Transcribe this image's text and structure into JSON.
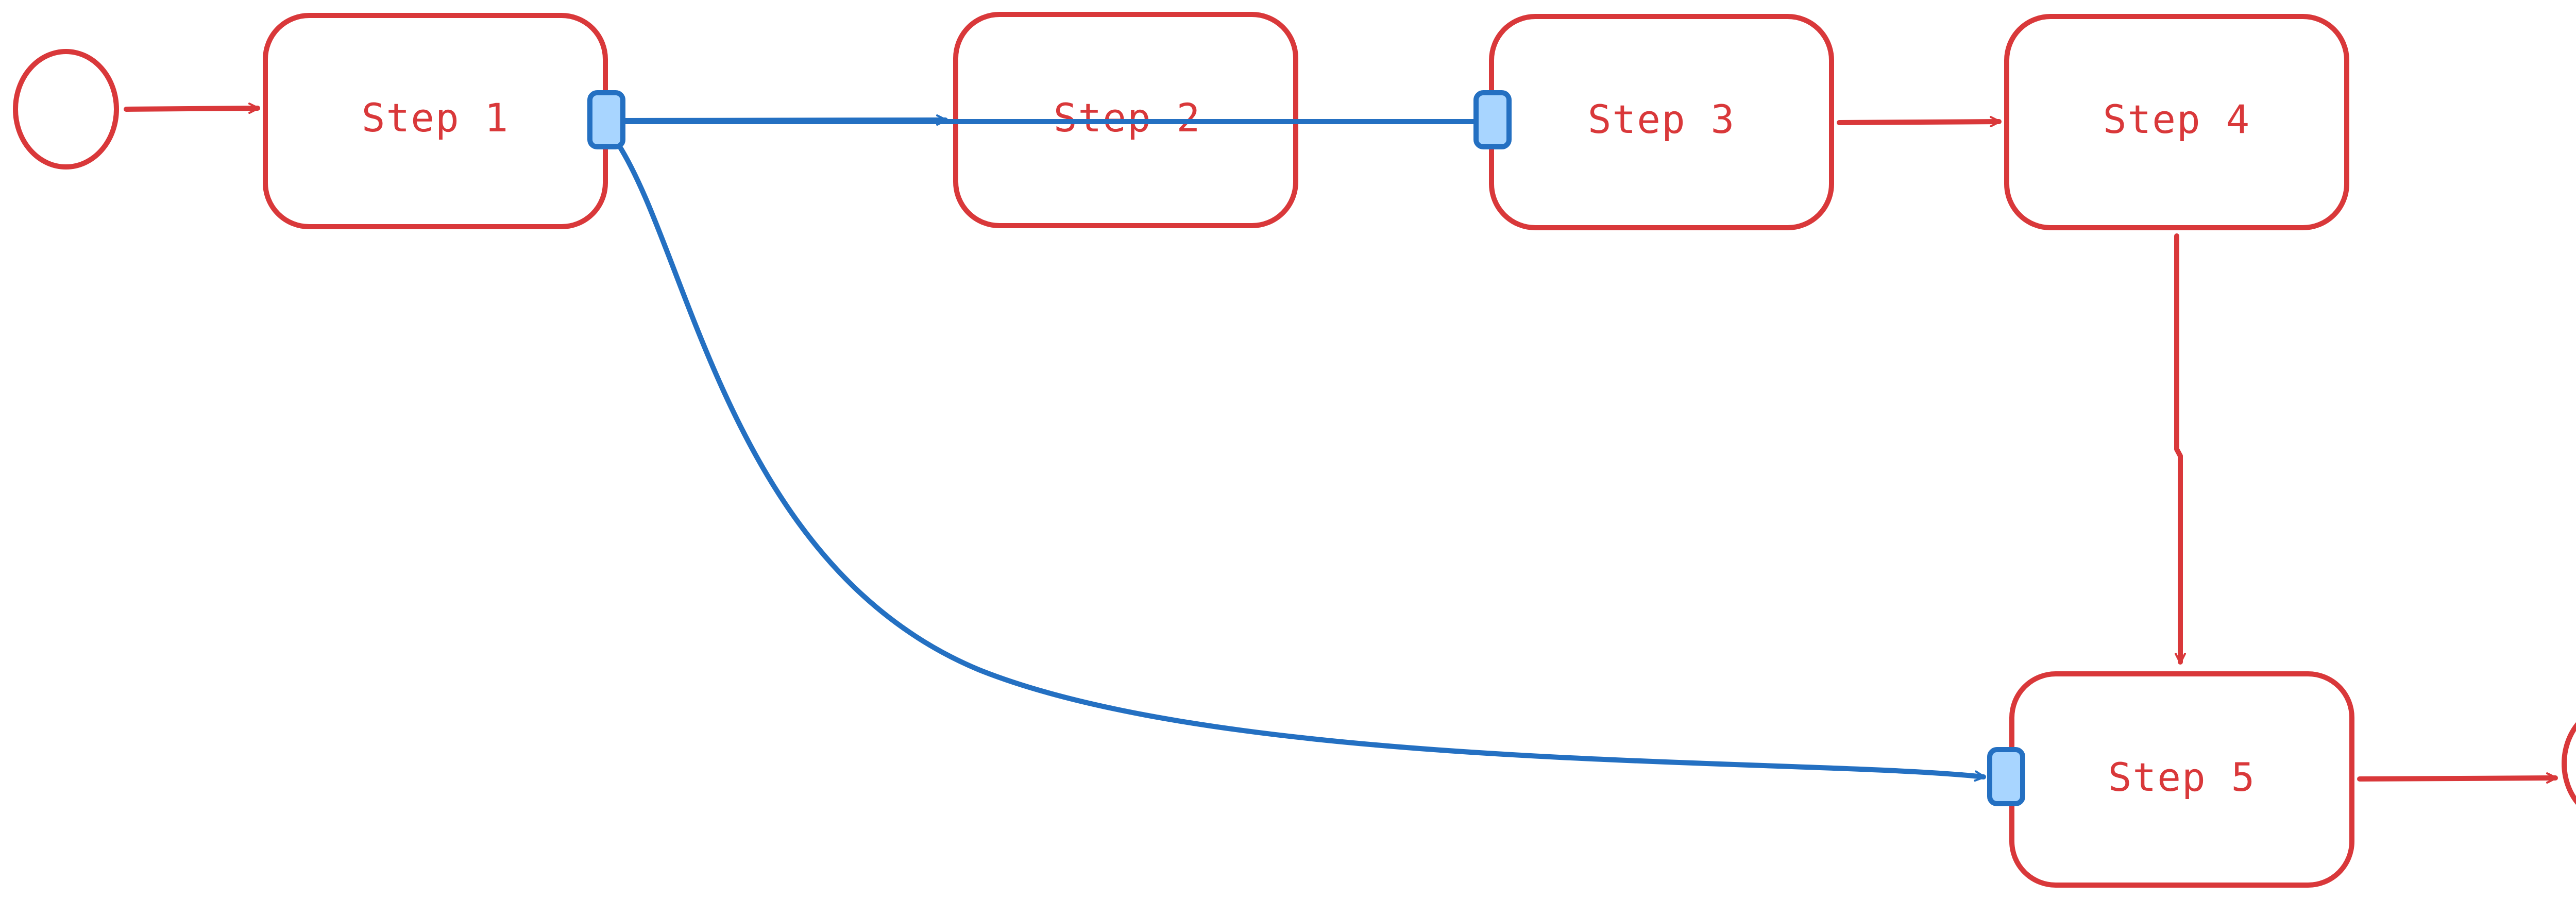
{
  "colors": {
    "node_stroke": "#d9383a",
    "node_text": "#d9383a",
    "connector": "#d9383a",
    "bypass_connector": "#2470c2",
    "port_fill": "#a8d5ff",
    "port_stroke": "#2470c2",
    "background": "#ffffff"
  },
  "nodes": {
    "start": {
      "type": "initial-state"
    },
    "step1": {
      "label": "Step 1"
    },
    "step2": {
      "label": "Step 2"
    },
    "step3": {
      "label": "Step 3"
    },
    "step4": {
      "label": "Step 4"
    },
    "step5": {
      "label": "Step 5"
    },
    "end": {
      "type": "final-state"
    }
  },
  "edges": [
    {
      "from": "start",
      "to": "step1",
      "style": "primary"
    },
    {
      "from": "step1",
      "to": "step2",
      "style": "bypass"
    },
    {
      "from": "step1",
      "to": "step3",
      "style": "bypass"
    },
    {
      "from": "step1",
      "to": "step5",
      "style": "bypass"
    },
    {
      "from": "step3",
      "to": "step4",
      "style": "primary"
    },
    {
      "from": "step4",
      "to": "step5",
      "style": "primary"
    },
    {
      "from": "step5",
      "to": "end",
      "style": "primary"
    }
  ]
}
